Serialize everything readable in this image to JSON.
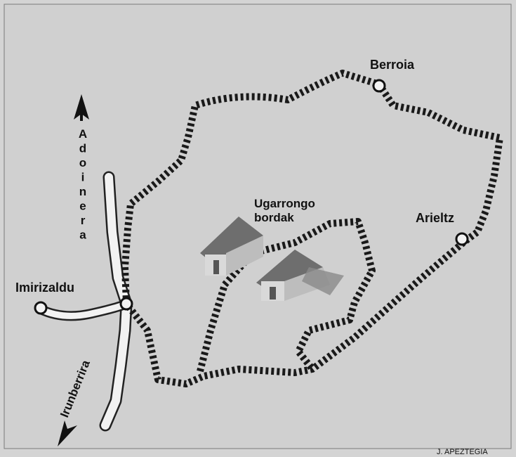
{
  "map": {
    "places": {
      "berroia": "Berroia",
      "arieltz": "Arieltz",
      "imirizaldu": "Imirizaldu",
      "bordak_line1": "Ugarrongo",
      "bordak_line2": "bordak"
    },
    "directions": {
      "north": "Adoinera",
      "south": "Irunberrira"
    },
    "credit": "J. APEZTEGIA"
  },
  "colors": {
    "background": "#d4d4d4",
    "trail": "#1a1a1a",
    "road_fill": "#f2f2f2",
    "road_edge": "#222222",
    "building_roof": "#6e6e6e",
    "building_wall": "#d9d9d9"
  }
}
